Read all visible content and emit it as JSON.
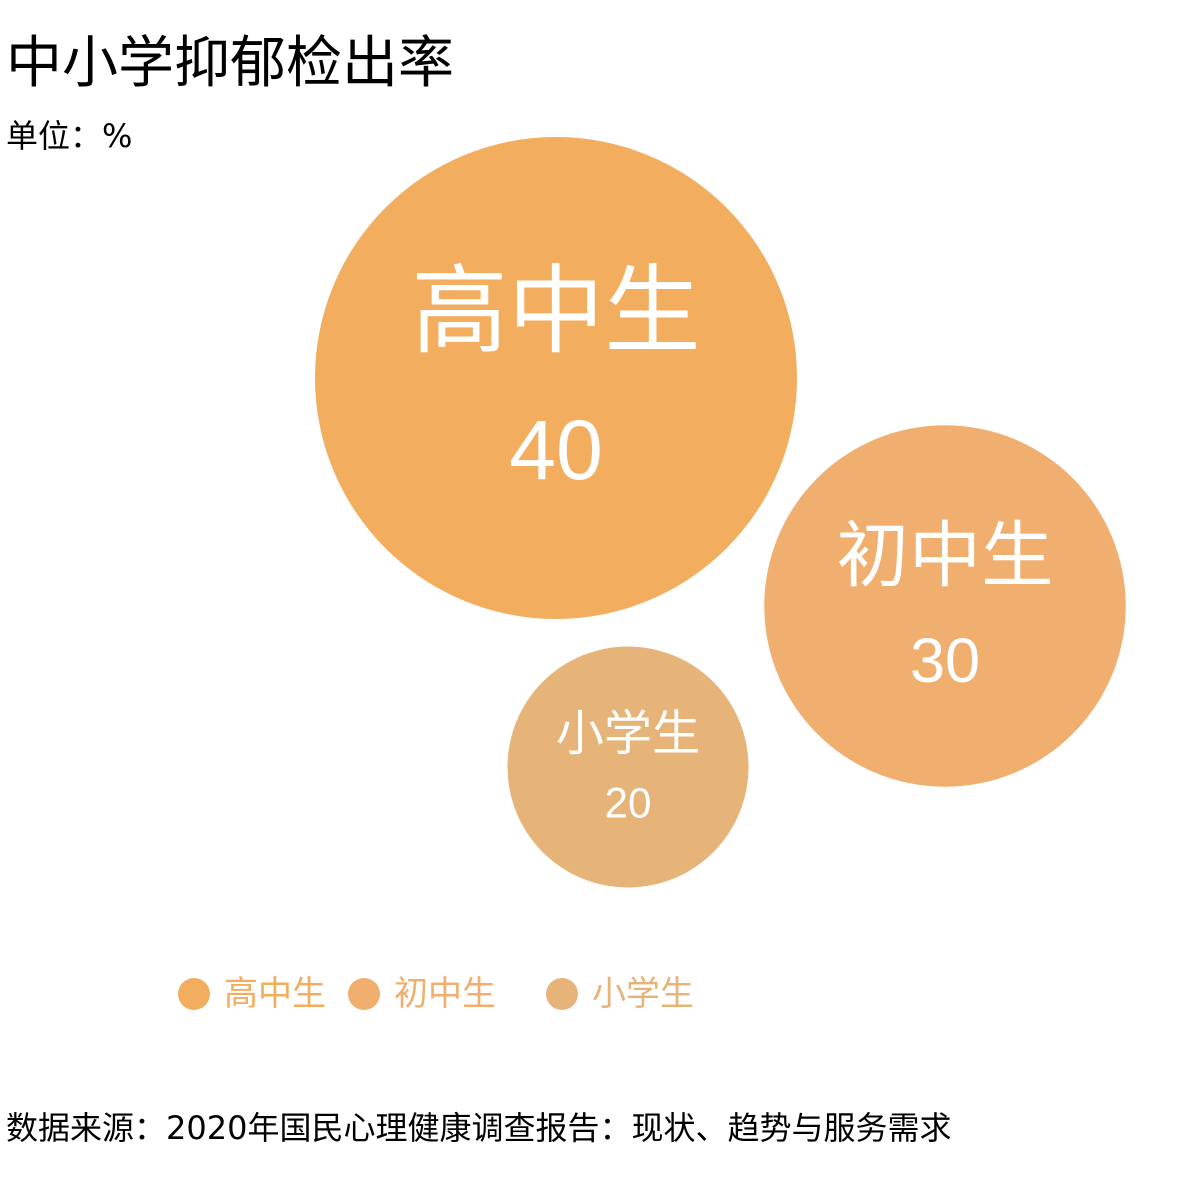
{
  "title": "中小学抑郁检出率",
  "unit": "单位：%",
  "source": "数据来源：2020年国民心理健康调查报告：现状、趋势与服务需求",
  "chart_data": {
    "type": "bubble",
    "categories": [
      "高中生",
      "初中生",
      "小学生"
    ],
    "values": [
      40,
      30,
      20
    ],
    "colors": [
      "#F3AD5E",
      "#F0AF6F",
      "#E6B478"
    ],
    "label_color": "#FFFFFF",
    "legend": {
      "placement": "bottom",
      "entries": [
        "高中生",
        "初中生",
        "小学生"
      ]
    }
  }
}
